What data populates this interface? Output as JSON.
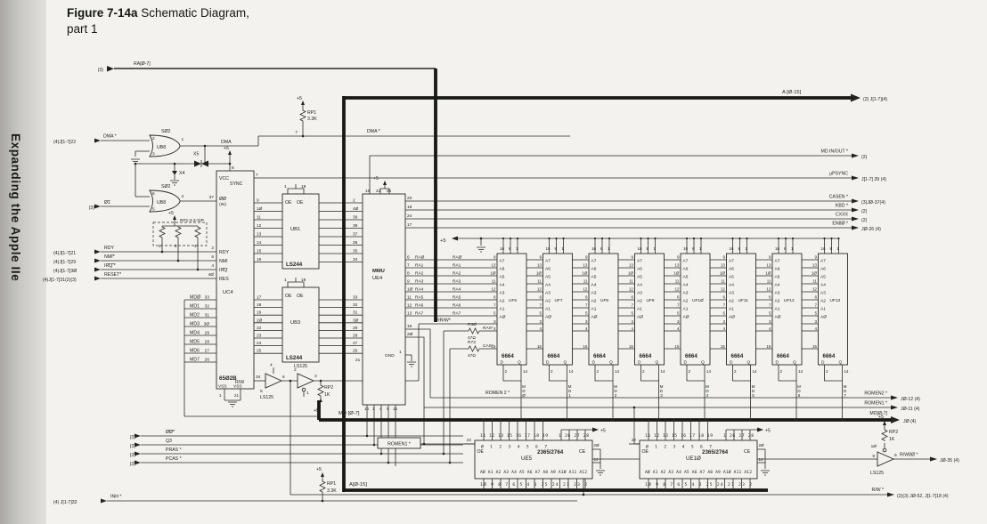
{
  "page": {
    "margin_text": "Expanding the Apple IIe",
    "title_bold": "Figure 7-14a",
    "title_rest": " Schematic Diagram,",
    "title_line2": "part 1"
  },
  "buses": {
    "ra": "RA[Ø-7]",
    "ra_src": "(3)",
    "a_top": "A [Ø-15]",
    "a_top_dest": "(2) J[1-7](4)",
    "a_bottom": "A[Ø-15]",
    "md_mid": "MD [Ø-7]",
    "md_right": "MD[Ø-7]",
    "md_right_dest": "JØ (4)"
  },
  "inputs": {
    "dma": {
      "ref": "(4)J[1-7]22",
      "label": "DMA *"
    },
    "phi1": {
      "ref": "(3)",
      "label": "Ø1"
    },
    "rdy": {
      "ref": "(4)J[1-7]21",
      "label": "RDY"
    },
    "nmi": {
      "ref": "(4)J[1-7]29",
      "label": "NMI*"
    },
    "irq": {
      "ref": "(4)J[1-7]3Ø",
      "label": "IRQ *"
    },
    "reset": {
      "ref": "(4)J[1-7]31(2)(3)",
      "label": "RESET*"
    },
    "phi0": {
      "ref": "(3)",
      "label": "ØØ*"
    },
    "q3": {
      "ref": "(3)",
      "label": "Q3"
    },
    "pras": {
      "ref": "(3)",
      "label": "PRAS *"
    },
    "pcas": {
      "ref": "(3)",
      "label": "PCAS *"
    },
    "inh": {
      "ref": "(4) J[1-7]32",
      "label": "INH *"
    }
  },
  "outputs": {
    "mdinout": {
      "label": "MD IN/OUT *",
      "dest": "(2)"
    },
    "upsync": {
      "label": "μPSYNC",
      "dest": "J[1-7] 39 (4)"
    },
    "casen": {
      "label": "CASEN *",
      "dest": "(3)JØ-37(4)"
    },
    "kbd": {
      "label": "KBD *",
      "dest": "(2)"
    },
    "cxxx": {
      "label": "CXXX",
      "dest": "(2)"
    },
    "en80": {
      "label": "EN8Ø *",
      "dest": "JØ-26 (4)"
    },
    "romen2": {
      "label": "ROMEN2 *",
      "dest": "JØ-12 (4)"
    },
    "romen1": {
      "label": "ROMEN1 *",
      "dest": "JØ-11 (4)"
    },
    "rw80": {
      "label": "R/W8Ø *",
      "dest": "JØ-35 (4)"
    },
    "rw": {
      "label": "R/W *",
      "dest": "(2)(3) JØ-52, J[1-7]18 (4)"
    }
  },
  "cpu": {
    "name": "UC4",
    "part": "65Ø2B",
    "vcc": "VCC",
    "vcc_pin": "8",
    "sync": "SYNC",
    "sync_pin": "7",
    "phi0in": "ØØ",
    "phi0in2": "(IN)",
    "phi0_pin": "37",
    "rw": "R/W",
    "rw_pin": "34",
    "vss1": "VSS",
    "vss2": "VSS",
    "vss_pin1": "1",
    "vss_pin2": "21",
    "rdy": "RDY",
    "rdy_pin": "2",
    "nmi": "NMI",
    "nmi_pin": "6",
    "irq": "IRQ",
    "irq_pin": "4",
    "res": "RES",
    "res_pin": "4Ø",
    "drows": [
      {
        "md": "MDØ",
        "pin": "33",
        "d": "DØ"
      },
      {
        "md": "MD1",
        "pin": "32",
        "d": "D1"
      },
      {
        "md": "MD2",
        "pin": "31",
        "d": "D2"
      },
      {
        "md": "MD3",
        "pin": "3Ø",
        "d": "D3"
      },
      {
        "md": "MD4",
        "pin": "29",
        "d": "D4"
      },
      {
        "md": "MD5",
        "pin": "28",
        "d": "D5"
      },
      {
        "md": "MD6",
        "pin": "27",
        "d": "D6"
      },
      {
        "md": "MD7",
        "pin": "26",
        "d": "D7"
      }
    ]
  },
  "bufs": {
    "ub1": "UB1",
    "ub3": "UB3",
    "part": "LS244",
    "oe": "OE",
    "oe_pins": [
      "1",
      "19"
    ]
  },
  "bank1": [
    {
      "cpu": "9",
      "bin": "2",
      "lbl": "AØ",
      "bout": "18",
      "mmu": "2"
    },
    {
      "cpu": "1Ø",
      "bin": "4",
      "lbl": "A1",
      "bout": "16",
      "mmu": "4Ø"
    },
    {
      "cpu": "11",
      "bin": "6",
      "lbl": "A2",
      "bout": "14",
      "mmu": "39"
    },
    {
      "cpu": "12",
      "bin": "8",
      "lbl": "A3",
      "bout": "12",
      "mmu": "38"
    },
    {
      "cpu": "13",
      "bin": "17",
      "lbl": "A4",
      "bout": "3",
      "mmu": "37"
    },
    {
      "cpu": "14",
      "bin": "15",
      "lbl": "A5",
      "bout": "5",
      "mmu": "36"
    },
    {
      "cpu": "15",
      "bin": "13",
      "lbl": "A6",
      "bout": "7",
      "mmu": "35"
    },
    {
      "cpu": "16",
      "bin": "11",
      "lbl": "A7",
      "bout": "9",
      "mmu": "34"
    }
  ],
  "bank2": [
    {
      "cpu": "17",
      "bin": "2",
      "lbl": "A8",
      "bout": "18",
      "mmu": "33"
    },
    {
      "cpu": "18",
      "bin": "4",
      "lbl": "A9",
      "bout": "16",
      "mmu": "32"
    },
    {
      "cpu": "19",
      "bin": "6",
      "lbl": "A1Ø",
      "bout": "14",
      "mmu": "31"
    },
    {
      "cpu": "2Ø",
      "bin": "8",
      "lbl": "A11",
      "bout": "12",
      "mmu": "3Ø"
    },
    {
      "cpu": "22",
      "bin": "17",
      "lbl": "A12",
      "bout": "3",
      "mmu": "29"
    },
    {
      "cpu": "23",
      "bin": "15",
      "lbl": "A13",
      "bout": "5",
      "mmu": "28"
    },
    {
      "cpu": "24",
      "bin": "13",
      "lbl": "A14",
      "bout": "7",
      "mmu": "27"
    },
    {
      "cpu": "25",
      "bin": "11",
      "lbl": "A15",
      "bout": "9",
      "mmu": "26"
    }
  ],
  "mmu": {
    "tag": "MMU",
    "name": "UE4",
    "top_pins": [
      "16",
      "22",
      "25"
    ],
    "out_pins": [
      "23",
      "18",
      "24",
      "17"
    ],
    "pin19": "19",
    "pin20": "2Ø",
    "pin21": "21",
    "bot_pins": [
      "14",
      "3",
      "4",
      "5",
      "15"
    ],
    "gnd": "GND",
    "gnd_pin": "1",
    "ra_rows": [
      {
        "pin": "6",
        "label": "RAØ"
      },
      {
        "pin": "7",
        "label": "RA1"
      },
      {
        "pin": "8",
        "label": "RA2"
      },
      {
        "pin": "9",
        "label": "RA3"
      },
      {
        "pin": "1Ø",
        "label": "RA4"
      },
      {
        "pin": "11",
        "label": "RA5"
      },
      {
        "pin": "12",
        "label": "RA6"
      },
      {
        "pin": "13",
        "label": "RA7"
      }
    ]
  },
  "rams": {
    "part": "6664",
    "tp": [
      "16",
      "8",
      "1"
    ],
    "addr": [
      "A7",
      "A6",
      "A5",
      "A4",
      "A3",
      "A2",
      "A1",
      "AØ"
    ],
    "lpins": [
      "9",
      "13",
      "1Ø",
      "11",
      "12",
      "6",
      "7",
      "5"
    ],
    "p3": "3",
    "p4": "4",
    "p15": "15",
    "d": "D",
    "q": "Q",
    "dp": "2",
    "qp": "14",
    "ras": "RAS*",
    "cas": "CAS*",
    "r30": "R3Ø",
    "r73": "R73",
    "ohm": "47Ω",
    "chips": [
      {
        "name": "UF6",
        "out": "MDØ"
      },
      {
        "name": "UF7",
        "out": "MD1"
      },
      {
        "name": "UF8",
        "out": "MD2"
      },
      {
        "name": "UF9",
        "out": "MD3"
      },
      {
        "name": "UF1Ø",
        "out": "MD4"
      },
      {
        "name": "UF11",
        "out": "MD5"
      },
      {
        "name": "UF12",
        "out": "MD6"
      },
      {
        "name": "UF13",
        "out": "MD7"
      }
    ]
  },
  "roms": {
    "part": "2365/2764",
    "oe": "OE",
    "oe_pin": "22",
    "ce": "CE",
    "ce_pin": "2Ø",
    "p14": "14",
    "top_pins": "11 12 13 15 16 17 18 19",
    "digits": "Ø 1 2 3 4 5 6 7",
    "pwr_pins": "1 26 27 28",
    "addr": "AØ A1 A2 A3 A4 A5 A6 A7 A8 A9 A1Ø A11 A12",
    "bot_pins": "1Ø 9 8 7 6 5 4 3 25 24 21 23 2",
    "romen1_tag": "ROMEN1 *",
    "romen2_tag": "ROMEN 2 *",
    "chips": [
      {
        "name": "UE5"
      },
      {
        "name": "UE1Ø"
      }
    ]
  },
  "gates": {
    "name": "UB8",
    "type": "SØ2",
    "g1_in1": "2",
    "g1_in2": "3",
    "g1_out": "1",
    "g2_in1": "6",
    "g2_in2": "5",
    "g2_out": "4",
    "dma_net": "DMA",
    "dma_star": "DMA *",
    "x4": "X4",
    "x5": "X5"
  },
  "parts": {
    "p5": "+5",
    "rp1": "RP1",
    "rp1v": "3.3K",
    "rp1_pin": "7",
    "sip": "RP1-3.3-SIP",
    "sip_pins": [
      "2",
      "6",
      "4"
    ],
    "rp2": "RP2",
    "rp2v": "1K",
    "ls125": "LS125",
    "b1_t": "4",
    "b1_i": "5",
    "b1_o": "6",
    "b2_t": "2",
    "b2_e": "1",
    "b2_o": "3",
    "b3_i": "9",
    "b3_e": "1Ø",
    "b3_o": "8"
  },
  "misc": {
    "rrw": "RR/W*"
  }
}
